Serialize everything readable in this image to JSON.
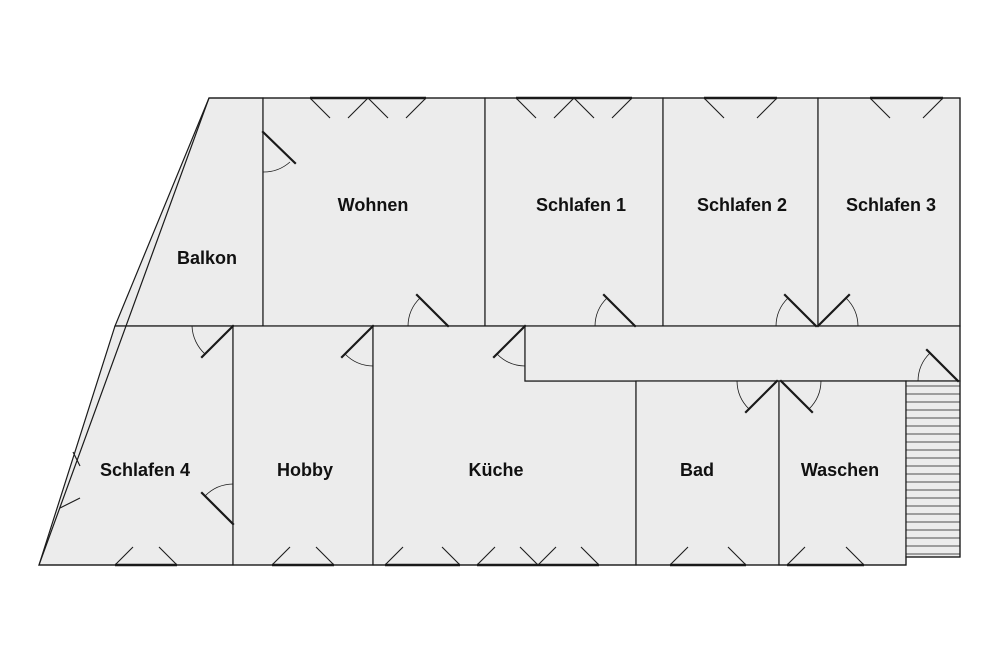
{
  "floor_plan": {
    "rooms": {
      "balkon": "Balkon",
      "wohnen": "Wohnen",
      "schlafen1": "Schlafen 1",
      "schlafen2": "Schlafen 2",
      "schlafen3": "Schlafen 3",
      "schlafen4": "Schlafen 4",
      "hobby": "Hobby",
      "kueche": "Küche",
      "bad": "Bad",
      "waschen": "Waschen"
    },
    "colors": {
      "room_fill": "#ececec",
      "line": "#1a1a1a",
      "background": "#ffffff"
    }
  }
}
